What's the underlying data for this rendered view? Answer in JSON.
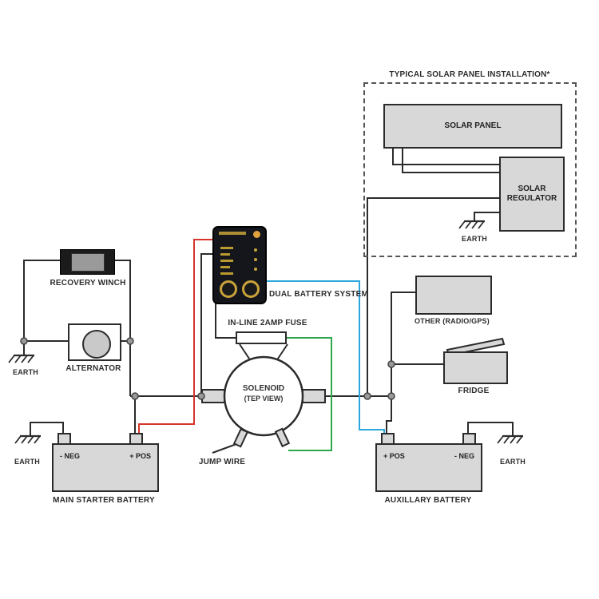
{
  "diagram": {
    "solar_section_title": "TYPICAL SOLAR PANEL INSTALLATION*",
    "components": {
      "recovery_winch": "RECOVERY WINCH",
      "alternator": "ALTERNATOR",
      "dual_battery_system": "DUAL BATTERY SYSTEM",
      "inline_fuse": "IN-LINE 2AMP FUSE",
      "solenoid_title": "SOLENOID",
      "solenoid_subtitle": "(TEP VIEW)",
      "jump_wire": "JUMP WIRE",
      "solar_panel": "SOLAR PANEL",
      "solar_regulator": "SOLAR REGULATOR",
      "other_devices": "OTHER (RADIO/GPS)",
      "fridge": "FRIDGE",
      "main_battery": "MAIN STARTER BATTERY",
      "aux_battery": "AUXILLARY BATTERY",
      "earth": "EARTH"
    },
    "battery_terminals": {
      "main_left": "- NEG",
      "main_right": "+ POS",
      "aux_left": "+ POS",
      "aux_right": "- NEG"
    },
    "wire_colors": {
      "black": "#2b2b2b",
      "red": "#d6342c",
      "blue": "#2aa7dd",
      "green": "#2fa84d"
    }
  }
}
